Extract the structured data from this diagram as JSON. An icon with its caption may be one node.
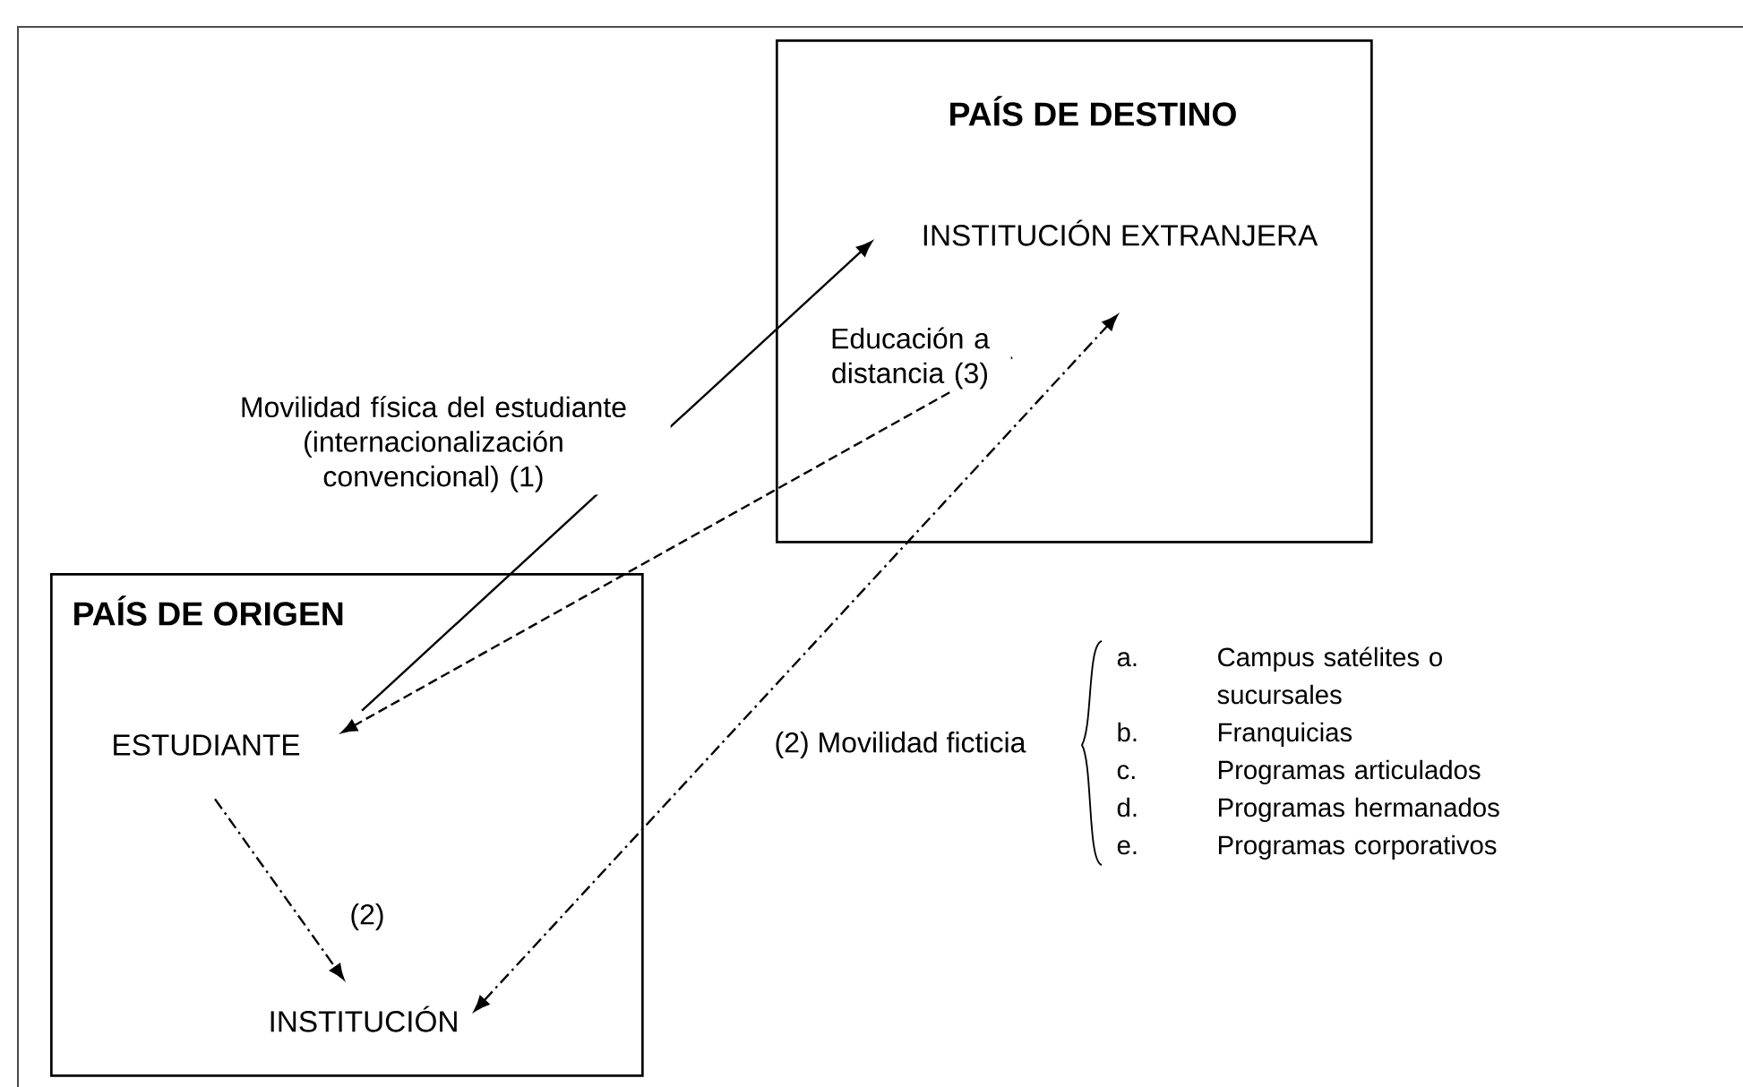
{
  "diagram": {
    "nodes": [
      {
        "text": [
          "PAÍS DE DESTINO"
        ]
      },
      {
        "text": [
          "INSTITUCIÓN EXTRANJERA"
        ],
        "in": 0
      },
      {
        "text": [
          "PAÍS DE ORIGEN"
        ]
      },
      {
        "text": [
          "ESTUDIANTE"
        ],
        "in": 2
      },
      {
        "text": [
          "INSTITUCIÓN"
        ],
        "in": 2
      }
    ],
    "edges": [
      {
        "from": 3,
        "to": 1,
        "arrow": "to",
        "label": "Movilidad física del estudiante (internacionalización convencional) (1)"
      },
      {
        "from": 1,
        "to": 3,
        "arrow": "to",
        "style": "dashed",
        "label": "Educación a distancia (3)"
      },
      {
        "from": 4,
        "to": 1,
        "arrow": "both",
        "style": "dashed"
      },
      {
        "from": 3,
        "to": 4,
        "arrow": "to",
        "style": "dashed",
        "label": "(2)"
      }
    ],
    "labels": [
      "(2) Movilidad ficticia",
      "a.",
      "Campus satélites o sucursales",
      "b.",
      "Franquicias",
      "c.",
      "Programas articulados",
      "d.",
      "Programas hermanados",
      "e.",
      "Programas corporativos"
    ]
  }
}
